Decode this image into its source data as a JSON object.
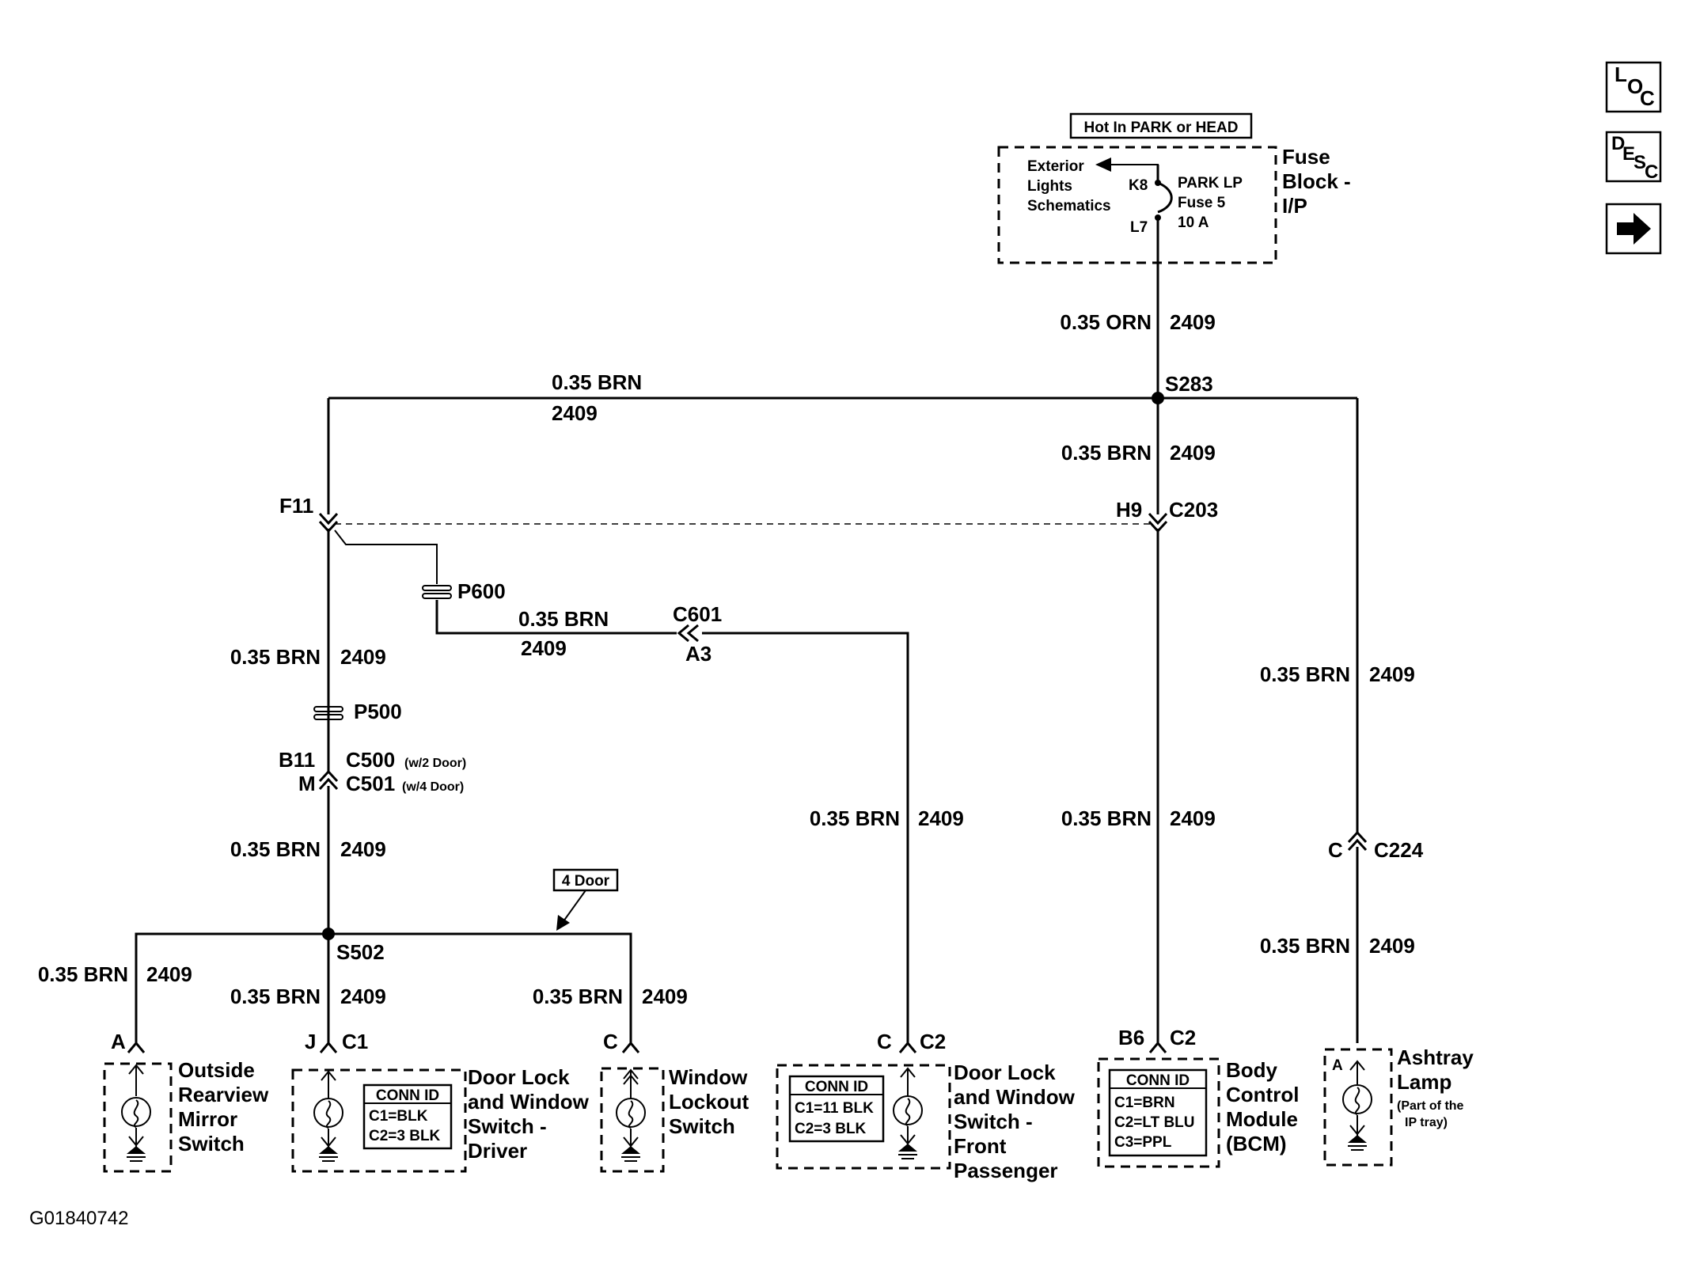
{
  "fuse": {
    "hot_label": "Hot In PARK or HEAD",
    "block_label": [
      "Fuse",
      "Block -",
      "I/P"
    ],
    "fuse_name": [
      "PARK LP",
      "Fuse 5",
      "10 A"
    ],
    "pin_in": "K8",
    "pin_out": "L7",
    "exterior_ref": [
      "Exterior",
      "Lights",
      "Schematics"
    ]
  },
  "wires": {
    "orn": "0.35 ORN",
    "brn": "0.35 BRN",
    "circuit": "2409"
  },
  "splices": {
    "s283": "S283",
    "s502": "S502"
  },
  "connectors": {
    "f11": "F11",
    "h9": "H9",
    "c203": "C203",
    "p600": "P600",
    "p500": "P500",
    "c601": "C601",
    "a3": "A3",
    "b11": "B11",
    "m": "M",
    "c500": "C500",
    "c500_note": "(w/2 Door)",
    "c501": "C501",
    "c501_note": "(w/4 Door)",
    "c224_pin": "C",
    "c224": "C224",
    "four_door": "4 Door"
  },
  "components": {
    "mirror": {
      "pin": "A",
      "name": [
        "Outside",
        "Rearview",
        "Mirror",
        "Switch"
      ]
    },
    "driver": {
      "pin": "J",
      "conn": "C1",
      "conn_id": [
        "CONN ID",
        "C1=BLK",
        "C2=3 BLK"
      ],
      "name": [
        "Door Lock",
        "and Window",
        "Switch -",
        "Driver"
      ]
    },
    "lockout": {
      "pin": "C",
      "name": [
        "Window",
        "Lockout",
        "Switch"
      ]
    },
    "passenger": {
      "pin": "C",
      "conn": "C2",
      "conn_id": [
        "CONN ID",
        "C1=11 BLK",
        "C2=3 BLK"
      ],
      "name": [
        "Door Lock",
        "and Window",
        "Switch -",
        "Front",
        "Passenger"
      ]
    },
    "bcm": {
      "pin": "B6",
      "conn": "C2",
      "conn_id": [
        "CONN ID",
        "C1=BRN",
        "C2=LT BLU",
        "C3=PPL"
      ],
      "name": [
        "Body",
        "Control",
        "Module",
        "(BCM)"
      ]
    },
    "ashtray": {
      "pin": "A",
      "name": [
        "Ashtray",
        "Lamp"
      ],
      "note": [
        "(Part of the",
        "IP tray)"
      ]
    }
  },
  "nav": {
    "loc": [
      "L",
      "O",
      "C"
    ],
    "desc": [
      "D",
      "E",
      "S",
      "C"
    ],
    "next_icon": "arrow-right-icon"
  },
  "figure_id": "G01840742"
}
